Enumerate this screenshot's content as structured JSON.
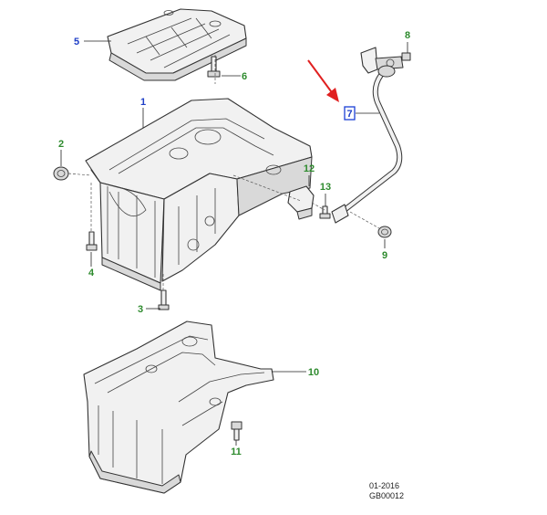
{
  "colors": {
    "callout_green": "#2e8b2e",
    "callout_blue": "#1f3fc7",
    "arrow_red": "#e02020",
    "line": "#333333"
  },
  "callouts": [
    {
      "id": "1",
      "label": "1",
      "color": "#1f3fc7"
    },
    {
      "id": "2",
      "label": "2",
      "color": "#2e8b2e"
    },
    {
      "id": "3",
      "label": "3",
      "color": "#2e8b2e"
    },
    {
      "id": "4",
      "label": "4",
      "color": "#2e8b2e"
    },
    {
      "id": "5",
      "label": "5",
      "color": "#1f3fc7"
    },
    {
      "id": "6",
      "label": "6",
      "color": "#2e8b2e"
    },
    {
      "id": "7",
      "label": "7",
      "color": "#1f3fc7",
      "highlighted": true
    },
    {
      "id": "8",
      "label": "8",
      "color": "#2e8b2e"
    },
    {
      "id": "9",
      "label": "9",
      "color": "#2e8b2e"
    },
    {
      "id": "10",
      "label": "10",
      "color": "#2e8b2e"
    },
    {
      "id": "11",
      "label": "11",
      "color": "#2e8b2e"
    },
    {
      "id": "12",
      "label": "12",
      "color": "#2e8b2e"
    },
    {
      "id": "13",
      "label": "13",
      "color": "#2e8b2e"
    }
  ],
  "caption": {
    "date": "01-2016",
    "code": "GB00012"
  }
}
